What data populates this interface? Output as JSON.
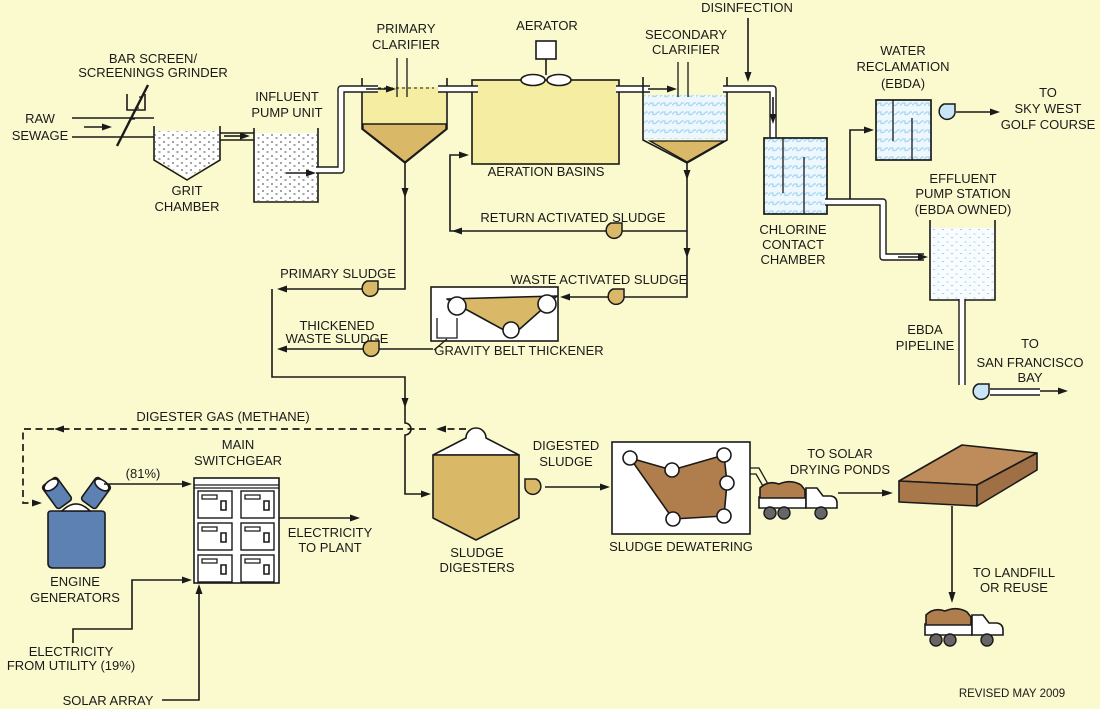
{
  "diagram_title": "Wastewater treatment plant process flow diagram",
  "footer": {
    "revised": "REVISED MAY 2009"
  },
  "colors": {
    "background": "#FBF9CE",
    "tank_liquid_yellow": "#F5EDA1",
    "sludge_tan": "#D9B868",
    "dewatered_sludge_brown": "#B07D4D",
    "water_pattern_blue": "#A6D8F0",
    "water_background_blue": "#EDF7FD",
    "engine_generator_blue": "#5C81B2",
    "pump_tan": "#D9B868",
    "pump_light_blue": "#C8E6F8",
    "line_black": "#1a1a1a"
  },
  "labels": {
    "raw_sewage": [
      "RAW",
      "SEWAGE"
    ],
    "bar_screen": [
      "BAR SCREEN/",
      "SCREENINGS GRINDER"
    ],
    "grit_chamber": [
      "GRIT",
      "CHAMBER"
    ],
    "influent_pump_unit": [
      "INFLUENT",
      "PUMP UNIT"
    ],
    "primary_clarifier": [
      "PRIMARY",
      "CLARIFIER"
    ],
    "aerator": "AERATOR",
    "aeration_basins": "AERATION BASINS",
    "secondary_clarifier": [
      "SECONDARY",
      "CLARIFIER"
    ],
    "disinfection": "DISINFECTION",
    "chlorine_contact_chamber": [
      "CHLORINE",
      "CONTACT",
      "CHAMBER"
    ],
    "water_reclamation": [
      "WATER",
      "RECLAMATION",
      "(EBDA)"
    ],
    "to_sky_west_golf_course": [
      "TO",
      "SKY WEST",
      "GOLF COURSE"
    ],
    "effluent_pump_station": [
      "EFFLUENT",
      "PUMP STATION",
      "(EBDA OWNED)"
    ],
    "ebda_pipeline": [
      "EBDA",
      "PIPELINE"
    ],
    "to_san_francisco_bay": [
      "TO",
      "SAN FRANCISCO",
      "BAY"
    ],
    "return_activated_sludge": "RETURN ACTIVATED SLUDGE",
    "waste_activated_sludge": "WASTE ACTIVATED SLUDGE",
    "primary_sludge": "PRIMARY SLUDGE",
    "thickened_waste_sludge": [
      "THICKENED",
      "WASTE SLUDGE"
    ],
    "gravity_belt_thickener": "GRAVITY BELT THICKENER",
    "digester_gas": "DIGESTER GAS (METHANE)",
    "main_switchgear": [
      "MAIN",
      "SWITCHGEAR"
    ],
    "engine_generators": [
      "ENGINE",
      "GENERATORS"
    ],
    "generator_share": "(81%)",
    "electricity_to_plant": [
      "ELECTRICITY",
      "TO PLANT"
    ],
    "electricity_from_utility": [
      "ELECTRICITY",
      "FROM UTILITY (19%)"
    ],
    "solar_array": "SOLAR ARRAY",
    "sludge_digesters": [
      "SLUDGE",
      "DIGESTERS"
    ],
    "digested_sludge": [
      "DIGESTED",
      "SLUDGE"
    ],
    "sludge_dewatering": "SLUDGE DEWATERING",
    "to_solar_drying_ponds": [
      "TO SOLAR",
      "DRYING PONDS"
    ],
    "to_landfill_or_reuse": [
      "TO LANDFILL",
      "OR REUSE"
    ]
  }
}
